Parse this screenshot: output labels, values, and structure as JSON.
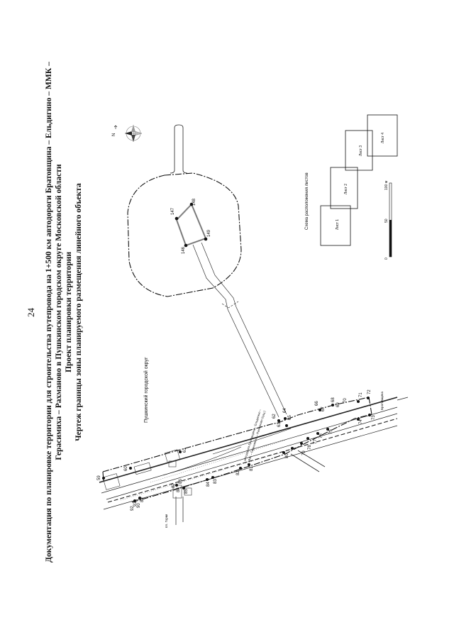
{
  "page_number": "24",
  "title_lines": [
    "Документация по планировке территории для строительства путепровода на 1+500 км автодороги Братовщина – Ельдигино – ММК –",
    "Герасимиха – Рахманово в Пушкинском городском округе Московской области",
    "Проект планировки территории",
    "Чертеж границы зоны планируемого размещения линейного объекта"
  ],
  "compass": {
    "north_label": "N"
  },
  "district_label": "Пушкинский городской округ",
  "sheet_scheme": {
    "title": "Схема расположения листов",
    "sheets": [
      "Лист 1",
      "Лист 2",
      "Лист 3",
      "Лист 4"
    ]
  },
  "scale_bar": {
    "labels": [
      "0",
      "50",
      "100 м"
    ]
  },
  "road_labels": {
    "main_top": "автодорога Братовщина – Ельдигино –",
    "main_bottom": "ММК – Герасимиха – Рахманово (сущ.)",
    "right": "Братовщина",
    "left": "пл. Горки"
  },
  "points": [
    "59",
    "60",
    "61",
    "62",
    "63",
    "64",
    "65",
    "66",
    "67",
    "68",
    "69",
    "70",
    "71",
    "72",
    "73",
    "74",
    "75",
    "76",
    "77",
    "78",
    "79",
    "80",
    "81",
    "82",
    "83",
    "84",
    "85",
    "86",
    "87",
    "88",
    "89",
    "90",
    "91",
    "92",
    "146",
    "147",
    "148",
    "149"
  ]
}
